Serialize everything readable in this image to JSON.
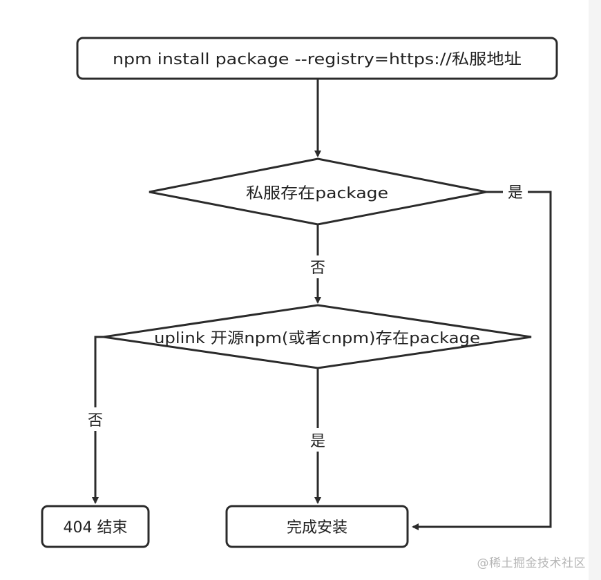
{
  "nodes": {
    "start": {
      "label": "npm install package  --registry=https://私服地址"
    },
    "decision_private": {
      "label": "私服存在package"
    },
    "decision_uplink": {
      "label": "uplink 开源npm(或者cnpm)存在package"
    },
    "end_404": {
      "label": "404 结束"
    },
    "end_install": {
      "label": "完成安装"
    }
  },
  "edges": {
    "private_yes": {
      "label": "是"
    },
    "private_no": {
      "label": "否"
    },
    "uplink_no": {
      "label": "否"
    },
    "uplink_yes": {
      "label": "是"
    }
  },
  "watermark": {
    "text": "@稀土掘金技术社区"
  },
  "colors": {
    "stroke": "#2b2b2b",
    "text": "#222222",
    "watermark": "#b5b5b5",
    "background": "#ffffff"
  }
}
